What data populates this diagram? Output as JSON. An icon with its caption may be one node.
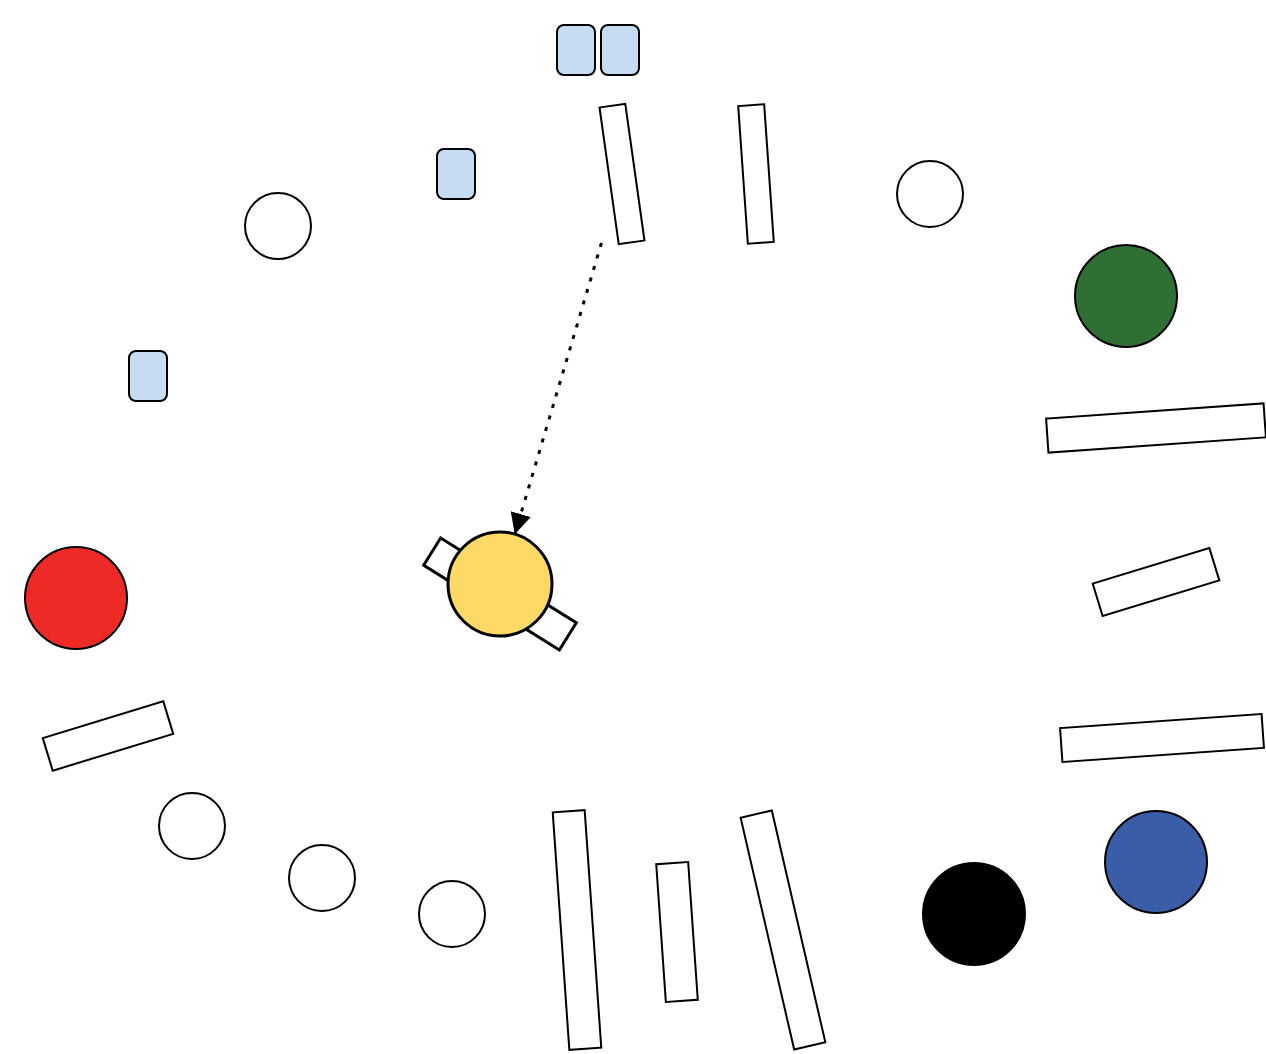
{
  "diagram": {
    "nodes": [
      {
        "text": [],
        "shape": "box"
      },
      {
        "text": [],
        "shape": "box"
      },
      {
        "text": [],
        "shape": "bar"
      },
      {
        "text": [],
        "shape": "bar"
      },
      {
        "text": [],
        "shape": "box"
      },
      {
        "text": [],
        "shape": "circle"
      },
      {
        "text": [],
        "shape": "circle"
      },
      {
        "text": [],
        "shape": "circle"
      },
      {
        "text": [],
        "shape": "box"
      },
      {
        "text": [],
        "shape": "bar"
      },
      {
        "text": [],
        "shape": "circle"
      },
      {
        "text": [],
        "shape": "picture"
      },
      {
        "text": [],
        "shape": "bar"
      },
      {
        "text": [],
        "shape": "bar"
      },
      {
        "text": [],
        "shape": "bar"
      },
      {
        "text": [],
        "shape": "circle"
      },
      {
        "text": [],
        "shape": "circle"
      },
      {
        "text": [],
        "shape": "circle"
      },
      {
        "text": [],
        "shape": "circle"
      },
      {
        "text": [],
        "shape": "circle"
      },
      {
        "text": [],
        "shape": "bar"
      },
      {
        "text": [],
        "shape": "bar"
      },
      {
        "text": [],
        "shape": "bar"
      }
    ],
    "edges": [
      {
        "from": 2,
        "to": 11,
        "arrow": "to",
        "style": "dashed"
      }
    ]
  }
}
